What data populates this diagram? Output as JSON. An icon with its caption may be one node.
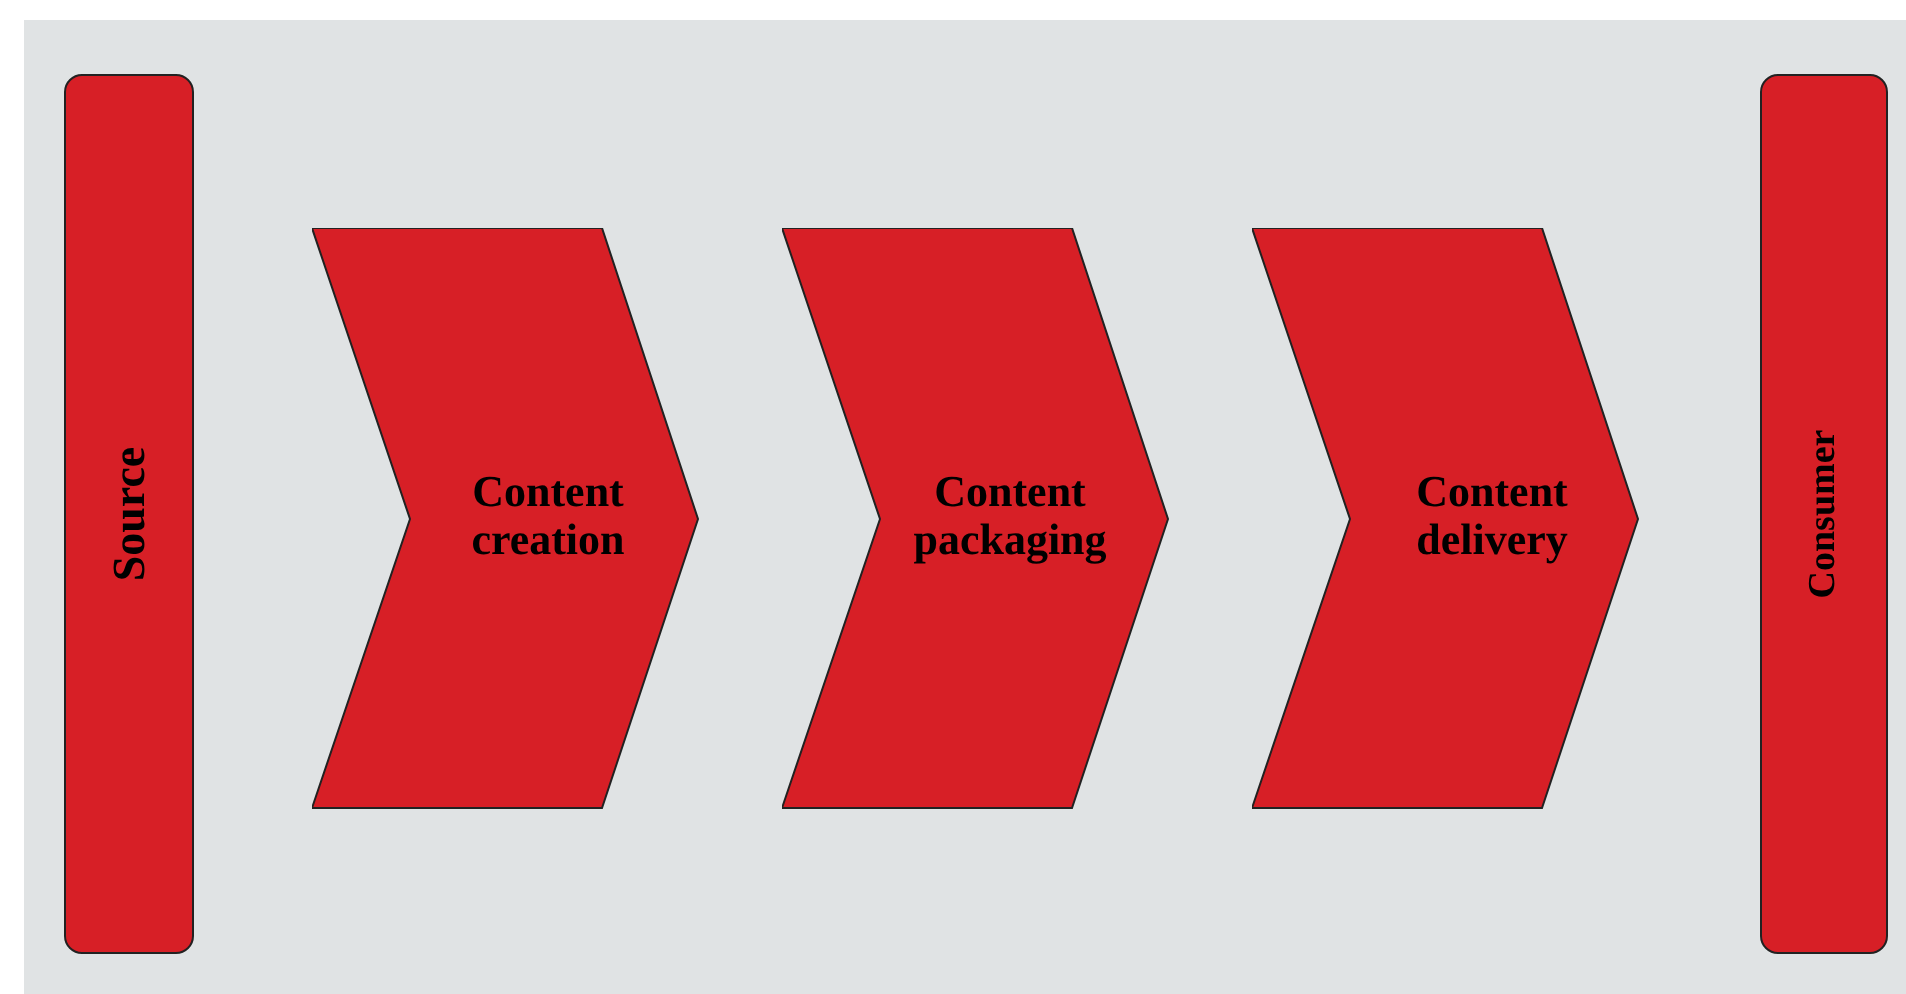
{
  "diagram": {
    "nodes": [
      {
        "text": [
          "Source"
        ]
      },
      {
        "text": [
          "Content creation"
        ]
      },
      {
        "text": [
          "Content packaging"
        ]
      },
      {
        "text": [
          "Content delivery"
        ]
      },
      {
        "text": [
          "Consumer"
        ]
      }
    ]
  }
}
